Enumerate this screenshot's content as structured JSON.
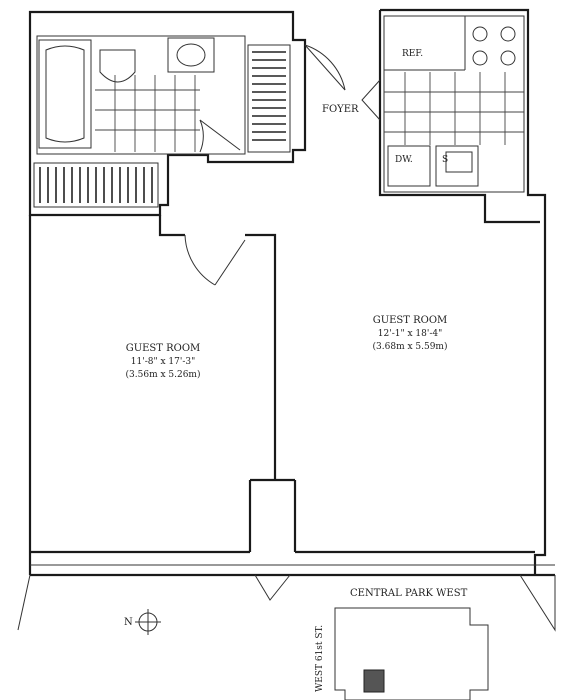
{
  "rooms": {
    "guest_room_left": {
      "name": "GUEST ROOM",
      "dims_imperial": "11'-8\" x 17'-3\"",
      "dims_metric": "(3.56m x 5.26m)"
    },
    "guest_room_right": {
      "name": "GUEST ROOM",
      "dims_imperial": "12'-1\" x 18'-4\"",
      "dims_metric": "(3.68m x 5.59m)"
    }
  },
  "labels": {
    "foyer": "FOYER",
    "ref": "REF.",
    "dw": "DW.",
    "sink": "S",
    "street_east": "CENTRAL PARK WEST",
    "street_north": "WEST 61st ST.",
    "north": "N"
  },
  "colors": {
    "line": "#1a1a1a",
    "paper": "#ffffff",
    "keyplan_unit": "#555555"
  }
}
